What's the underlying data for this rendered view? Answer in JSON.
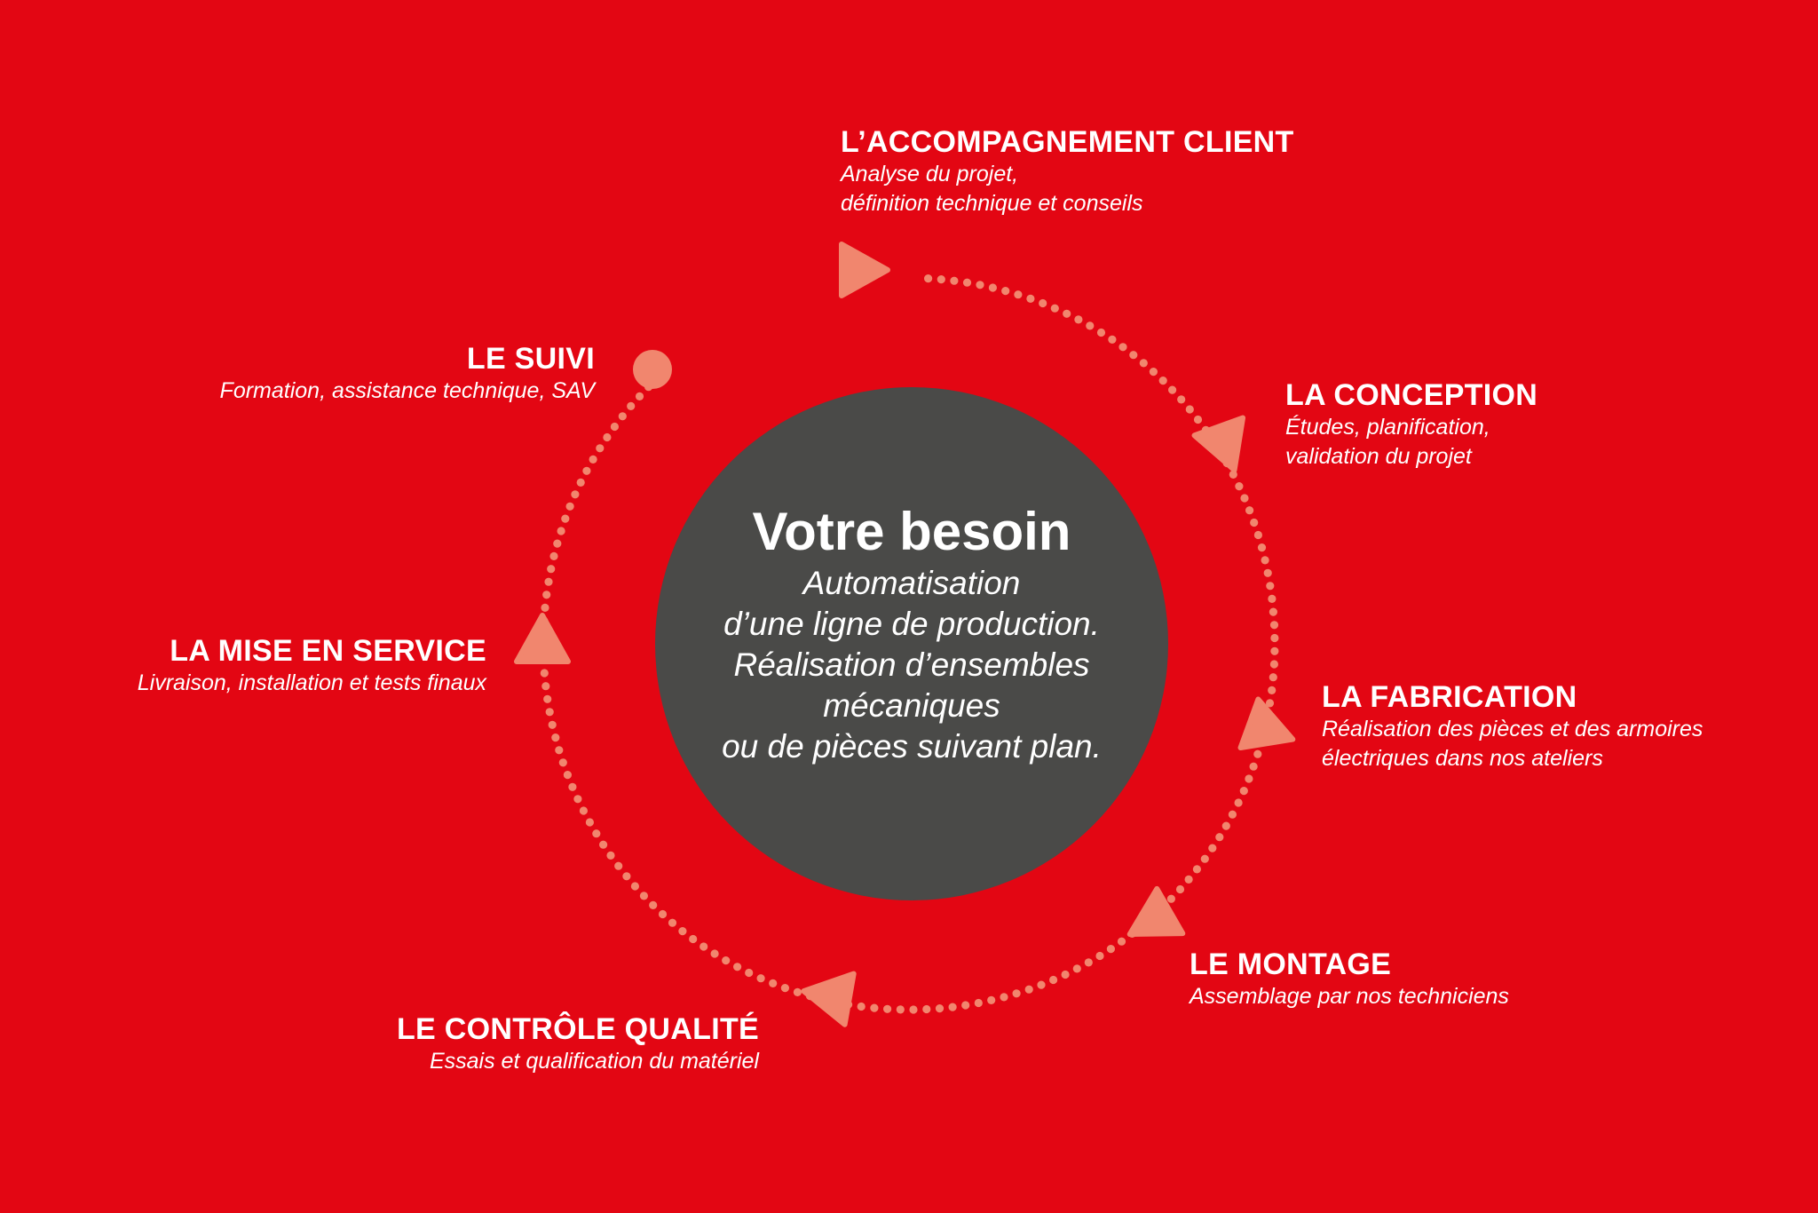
{
  "colors": {
    "background": "#e30613",
    "center_circle": "#4a4a48",
    "accent": "#f1866e",
    "text": "#ffffff"
  },
  "center": {
    "title": "Votre besoin",
    "lines": [
      "Automatisation",
      "d’une ligne de production.",
      "Réalisation d’ensembles",
      "mécaniques",
      "ou de pièces suivant plan."
    ]
  },
  "steps": [
    {
      "title": "L’ACCOMPAGNEMENT CLIENT",
      "lines": [
        "Analyse du projet,",
        "définition technique et conseils"
      ]
    },
    {
      "title": "LA CONCEPTION",
      "lines": [
        "Études, planification,",
        "validation du projet"
      ]
    },
    {
      "title": "LA FABRICATION",
      "lines": [
        "Réalisation des pièces et des armoires",
        "électriques dans nos ateliers"
      ]
    },
    {
      "title": "LE MONTAGE",
      "lines": [
        "Assemblage par nos techniciens"
      ]
    },
    {
      "title": "LE CONTRÔLE QUALITÉ",
      "lines": [
        "Essais et qualification du matériel"
      ]
    },
    {
      "title": "LA MISE EN SERVICE",
      "lines": [
        "Livraison, installation et tests finaux"
      ]
    },
    {
      "title": "LE SUIVI",
      "lines": [
        "Formation, assistance technique, SAV"
      ]
    }
  ]
}
